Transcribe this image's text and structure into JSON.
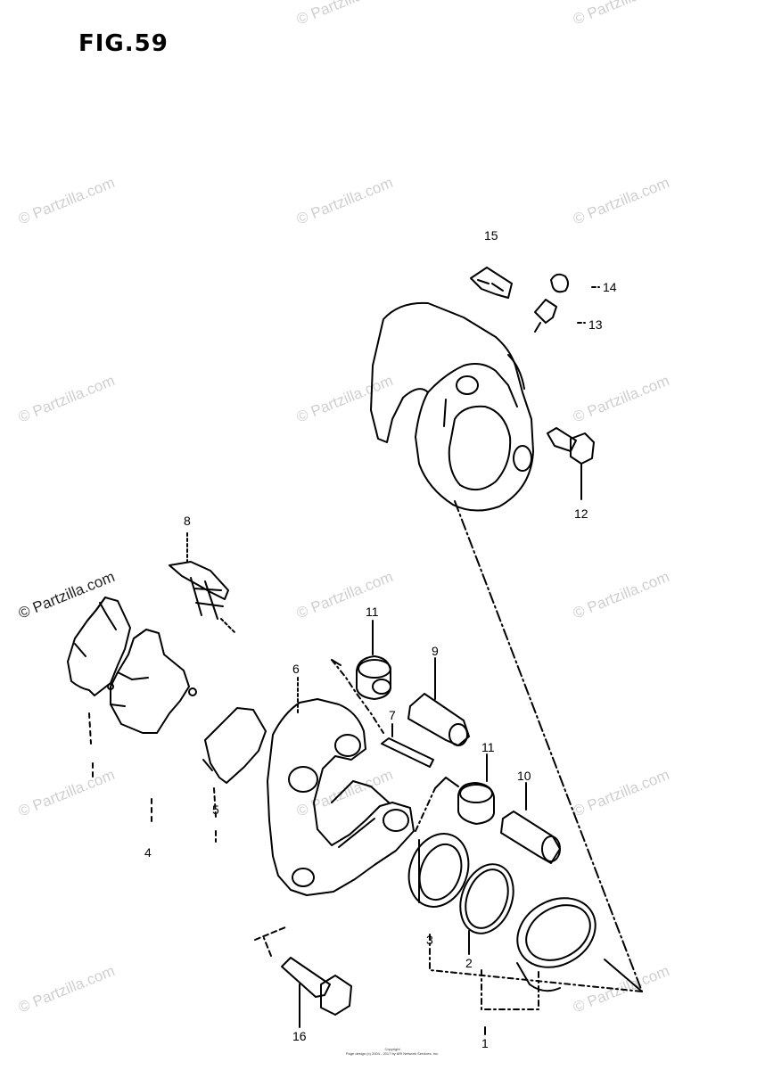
{
  "figure": {
    "title": "FIG.59"
  },
  "watermark": {
    "text": "© Partzilla.com"
  },
  "parts": [
    {
      "num": "1"
    },
    {
      "num": "2"
    },
    {
      "num": "3"
    },
    {
      "num": "4"
    },
    {
      "num": "5"
    },
    {
      "num": "6"
    },
    {
      "num": "7"
    },
    {
      "num": "8"
    },
    {
      "num": "9"
    },
    {
      "num": "10"
    },
    {
      "num": "11"
    },
    {
      "num": "11"
    },
    {
      "num": "12"
    },
    {
      "num": "13"
    },
    {
      "num": "14"
    },
    {
      "num": "15"
    },
    {
      "num": "16"
    }
  ],
  "footer": {
    "line1": "Copyright",
    "line2": "Page design (c) 2004 - 2017 by ARI Network Services, Inc."
  }
}
